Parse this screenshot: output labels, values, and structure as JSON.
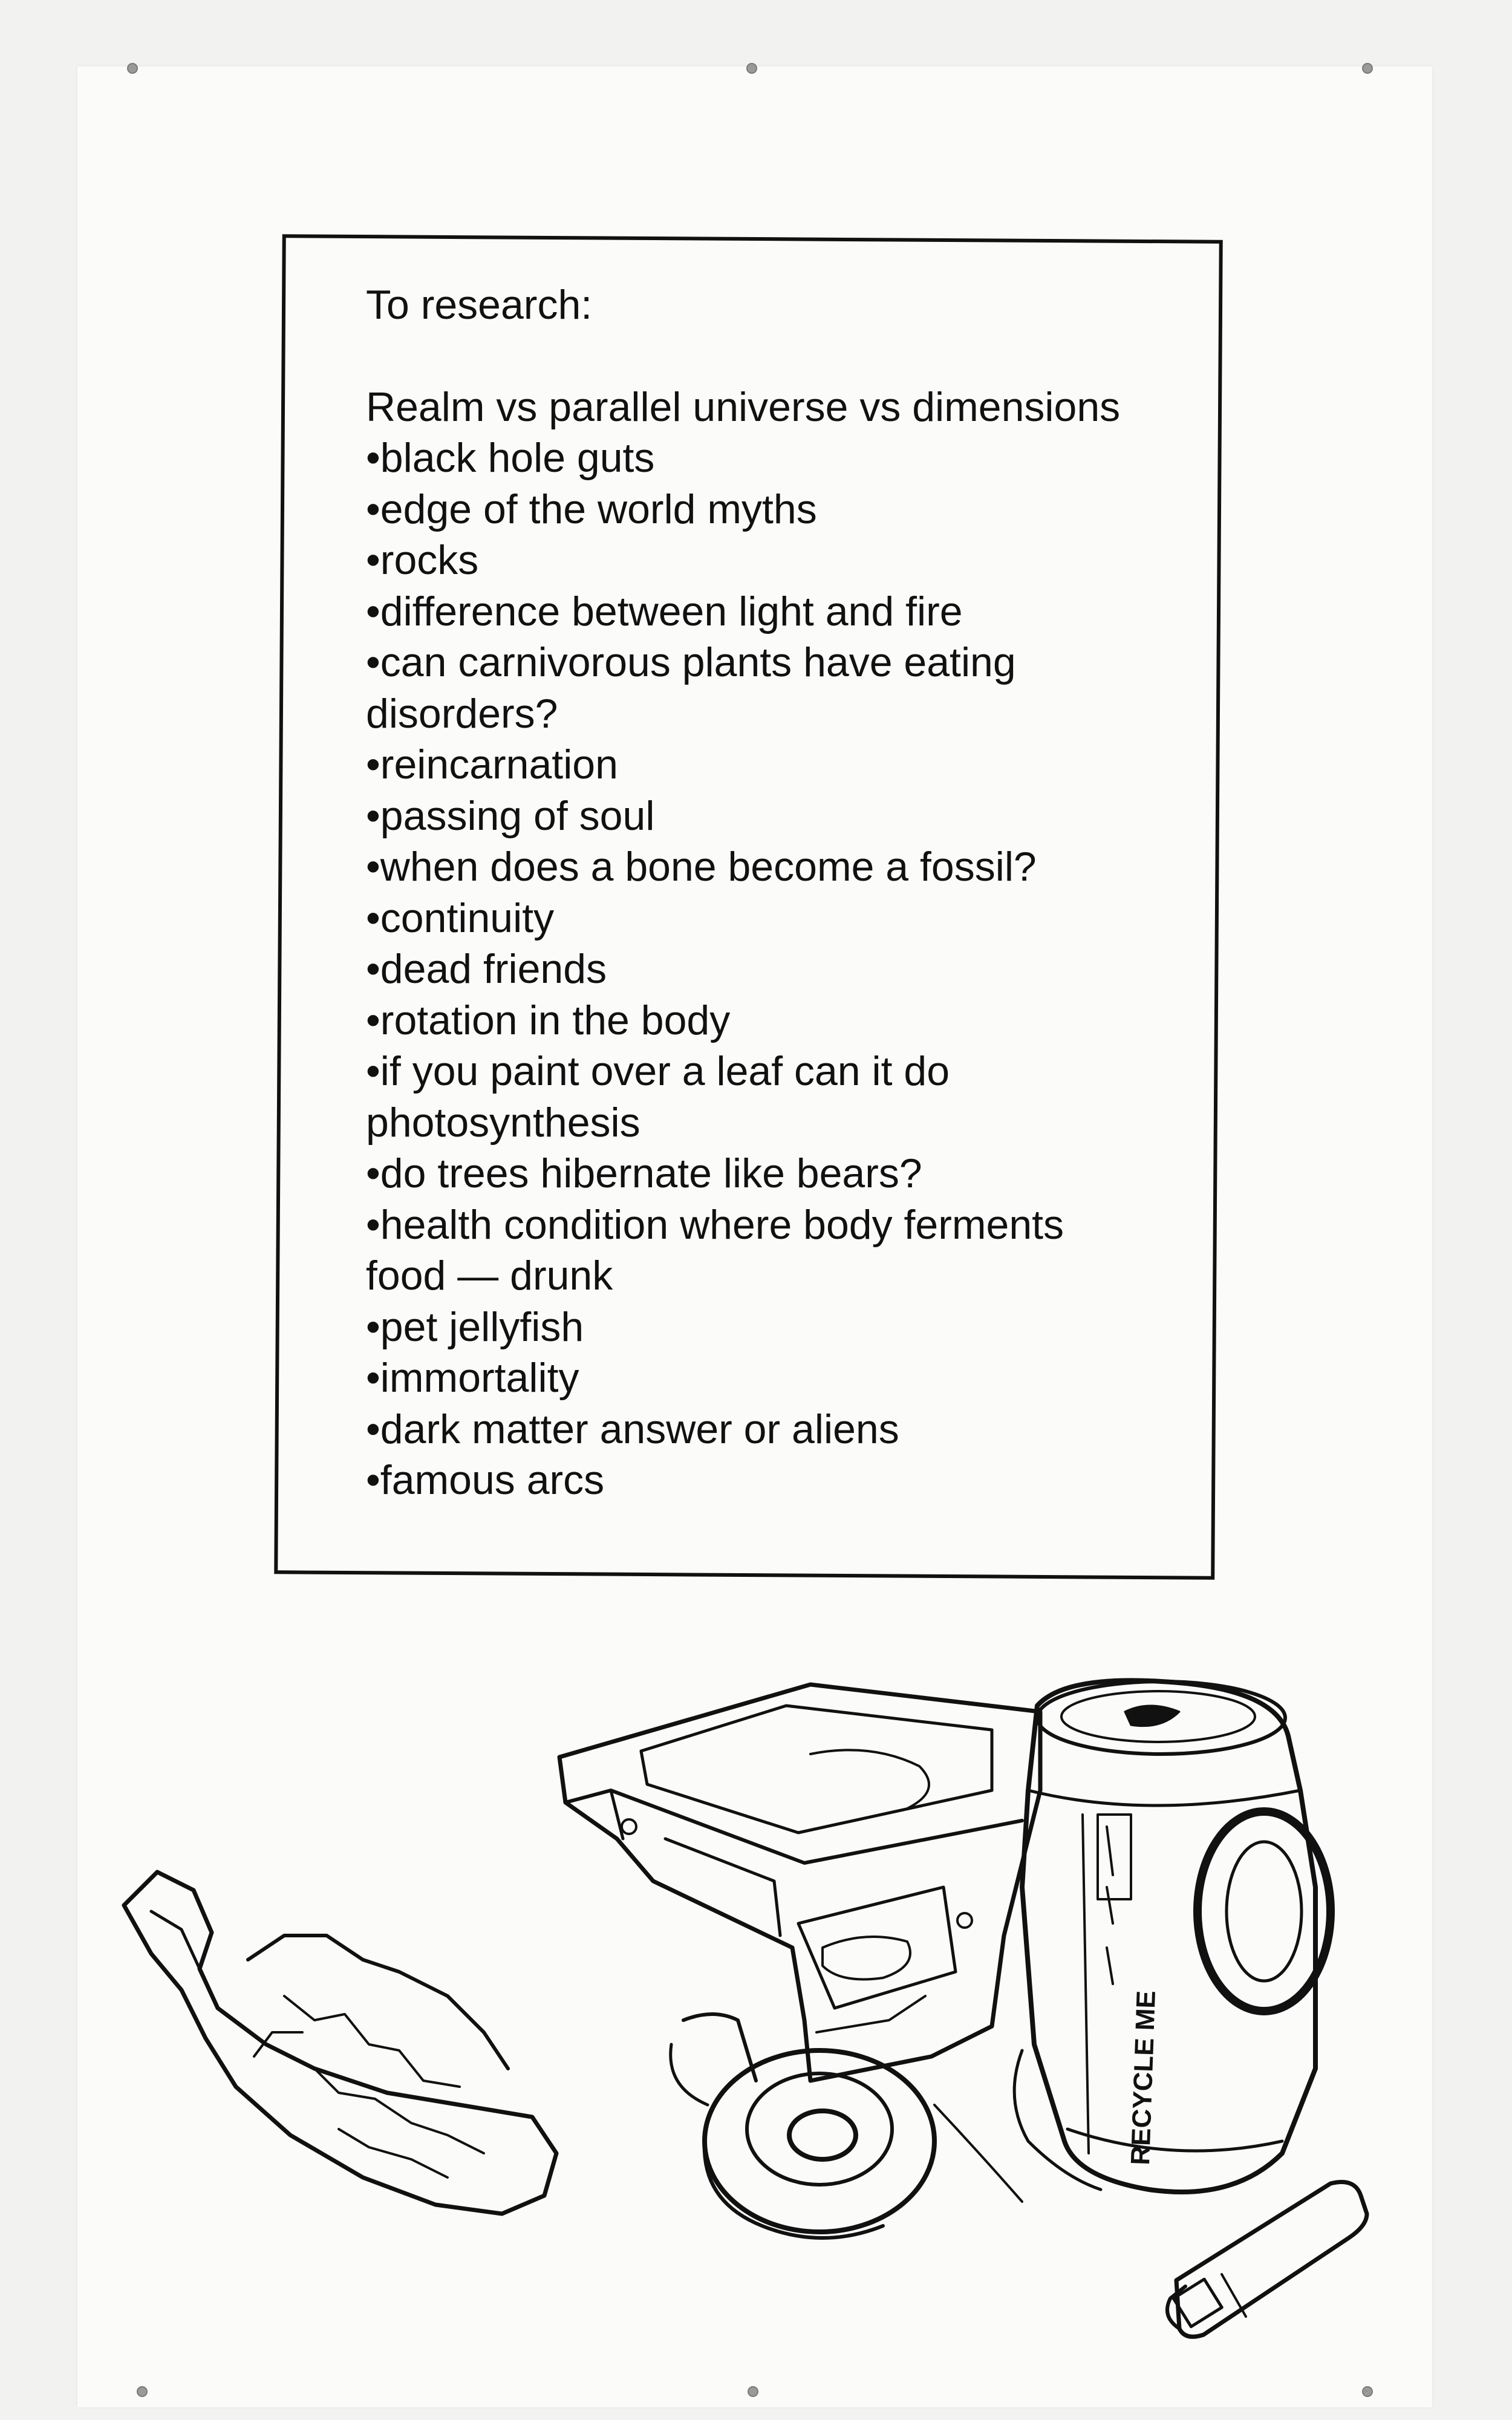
{
  "note": {
    "title": "To research:",
    "items": [
      "Realm vs parallel universe vs dimensions",
      "•black hole guts",
      "•edge of the world myths",
      "•rocks",
      "•difference between light and fire",
      "•can carnivorous plants have eating disorders?",
      "•reincarnation",
      "•passing of soul",
      "•when does a bone become a fossil?",
      "•continuity",
      "•dead friends",
      "•rotation in the body",
      "•if you paint over a leaf can it do photosynthesis",
      "•do trees hibernate like bears?",
      "•health condition where body ferments food — drunk",
      "•pet jellyfish",
      "•immortality",
      "•dark matter answer or aliens",
      "•famous arcs"
    ]
  },
  "can_label": "RECYCLE ME",
  "icons": [
    "pin-icon",
    "bottle-shard-drawing",
    "hard-drive-drawing",
    "tape-roll-drawing",
    "can-drawing",
    "lighter-drawing"
  ]
}
